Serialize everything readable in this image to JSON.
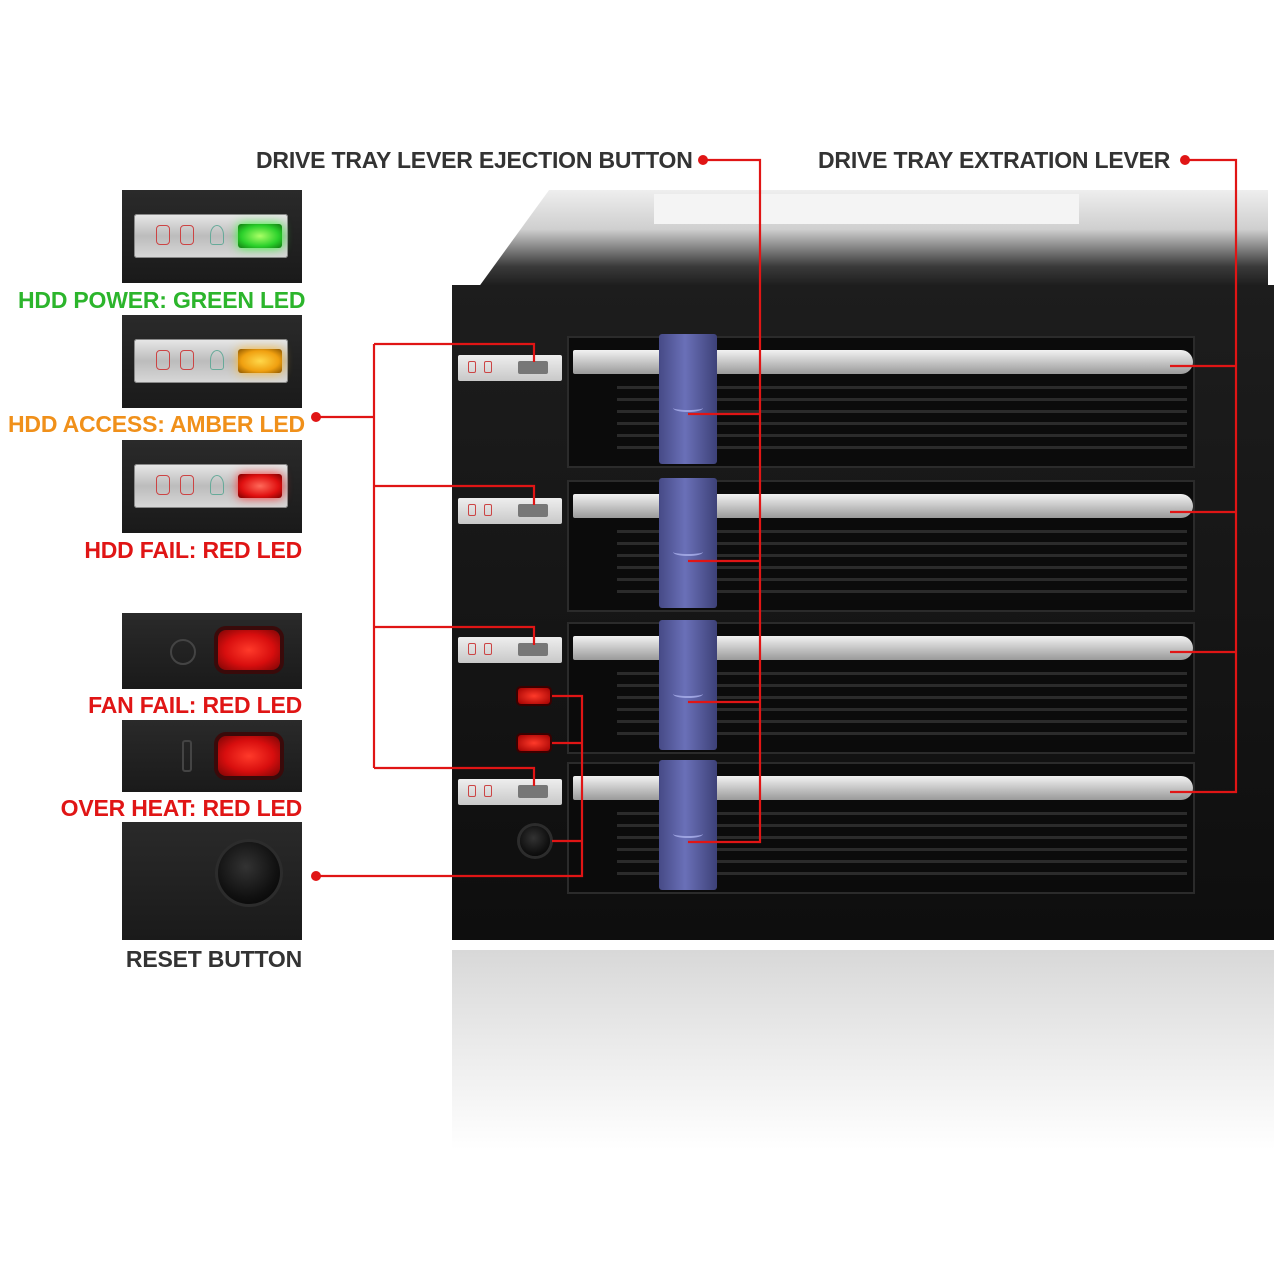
{
  "callouts": {
    "ejection_button": "DRIVE TRAY LEVER EJECTION BUTTON",
    "extraction_lever": "DRIVE TRAY EXTRATION LEVER",
    "hdd_power": "HDD POWER: GREEN LED",
    "hdd_access": "HDD ACCESS: AMBER LED",
    "hdd_fail": "HDD FAIL: RED LED",
    "fan_fail": "FAN FAIL: RED LED",
    "over_heat": "OVER HEAT: RED LED",
    "reset_button": "RESET BUTTON"
  },
  "colors": {
    "callout_line": "#e01515",
    "green_label": "#2cb52c",
    "amber_label": "#f0901a",
    "red_label": "#e01515",
    "dark_label": "#333333",
    "lever_blue": "#5a60a8"
  },
  "icons": [
    "hdd-icon",
    "bulb-icon",
    "fan-icon",
    "thermometer-icon",
    "reset-button-icon"
  ]
}
